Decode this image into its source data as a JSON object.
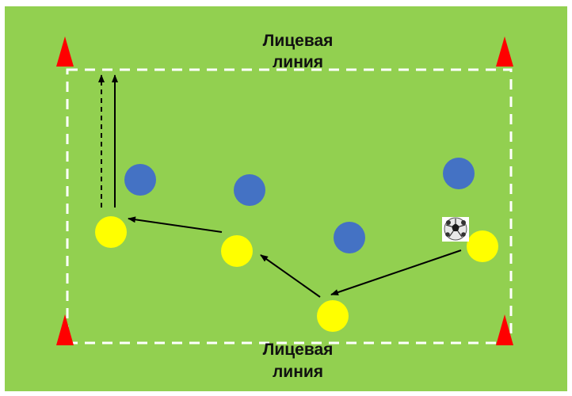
{
  "field": {
    "color": "#92D050",
    "border_color": "#ffffff",
    "boundary_line_color": "#ffffff"
  },
  "labels": {
    "top_line": [
      "Лицевая",
      "линия"
    ],
    "bottom_line": [
      "Лицевая",
      "линия"
    ]
  },
  "colors": {
    "cone": "#FF0000",
    "team_yellow": "#FFFF00",
    "team_blue": "#4472C4",
    "arrow": "#000000"
  },
  "icons": {
    "cone": "red-cone-icon",
    "ball": "soccer-ball-icon"
  }
}
